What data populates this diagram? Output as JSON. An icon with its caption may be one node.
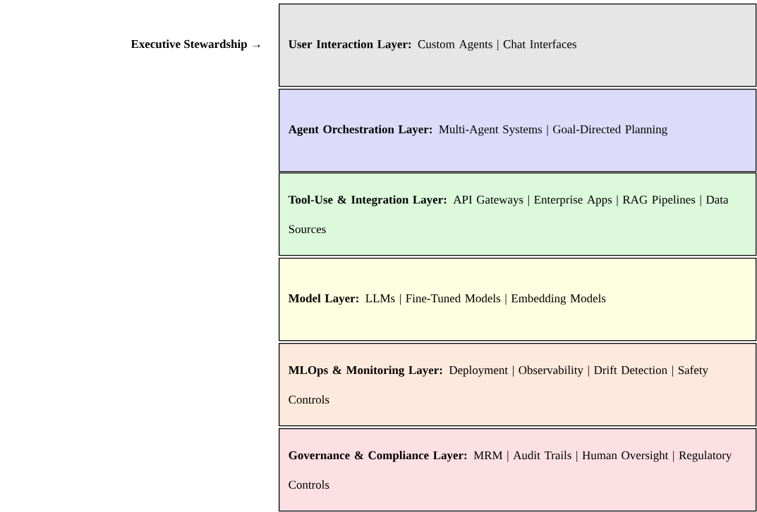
{
  "diagram": {
    "nodes": [
      {
        "text": [
          "**User Interaction Layer:** Custom Agents | Chat Interfaces"
        ]
      },
      {
        "text": [
          "**Agent Orchestration Layer:** Multi-Agent Systems | Goal-Directed Planning"
        ]
      },
      {
        "text": [
          "**Tool-Use & Integration Layer:** API Gateways | Enterprise Apps | RAG Pipelines | Data Sources"
        ]
      },
      {
        "text": [
          "**Model Layer:** LLMs | Fine-Tuned Models | Embedding Models"
        ]
      },
      {
        "text": [
          "**MLOps & Monitoring Layer:** Deployment | Observability | Drift Detection | Safety Controls"
        ]
      },
      {
        "text": [
          "**Governance & Compliance Layer:** MRM | Audit Trails | Human Oversight | Regulatory Controls"
        ]
      }
    ],
    "labels": [
      "Executive Stewardship →"
    ]
  }
}
